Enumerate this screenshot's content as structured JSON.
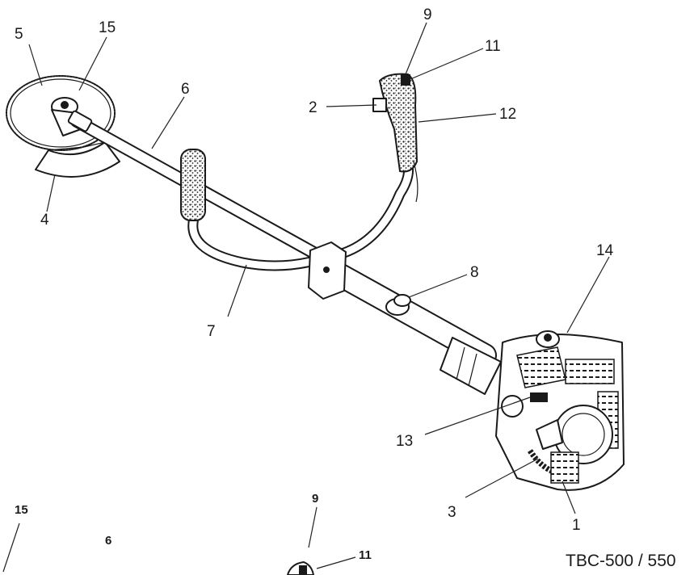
{
  "model_label": "TBC-500 / 550",
  "callouts": {
    "c1": "1",
    "c2": "2",
    "c3": "3",
    "c4": "4",
    "c5": "5",
    "c6": "6",
    "c7": "7",
    "c8": "8",
    "c9": "9",
    "c11": "11",
    "c12": "12",
    "c13": "13",
    "c14": "14",
    "c15": "15"
  },
  "partial_callouts": {
    "p15": "15",
    "p6": "6",
    "p9": "9",
    "p11": "11"
  }
}
